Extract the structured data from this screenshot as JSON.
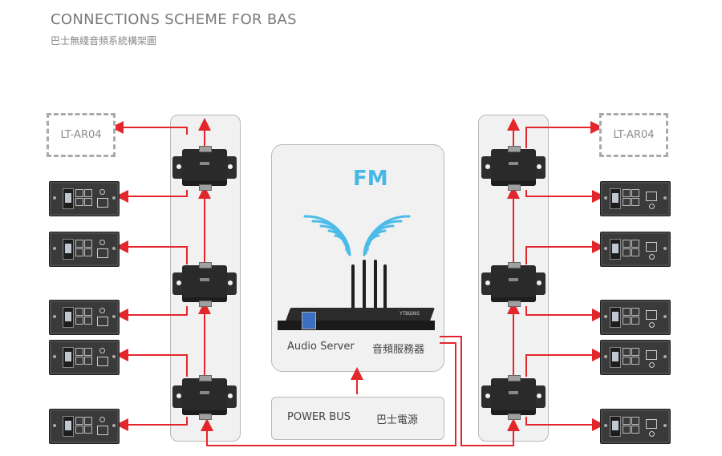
{
  "header": {
    "title": "CONNECTIONS SCHEME FOR BAS",
    "subtitle": "巴士無綫音頻系統構架圖"
  },
  "left_panel": {
    "lt_label": "LT-AR04"
  },
  "right_panel": {
    "lt_label": "LT-AR04"
  },
  "server": {
    "fm_label": "FM",
    "name_en": "Audio Server",
    "name_zh": "音頻服務器",
    "device_brand": "YTBQO8S"
  },
  "power_bus": {
    "name_en": "POWER BUS",
    "name_zh": "巴士電源"
  },
  "colors": {
    "wire": "#e3262b",
    "fm": "#46b8e8",
    "panel_bg": "#f1f1f1"
  }
}
